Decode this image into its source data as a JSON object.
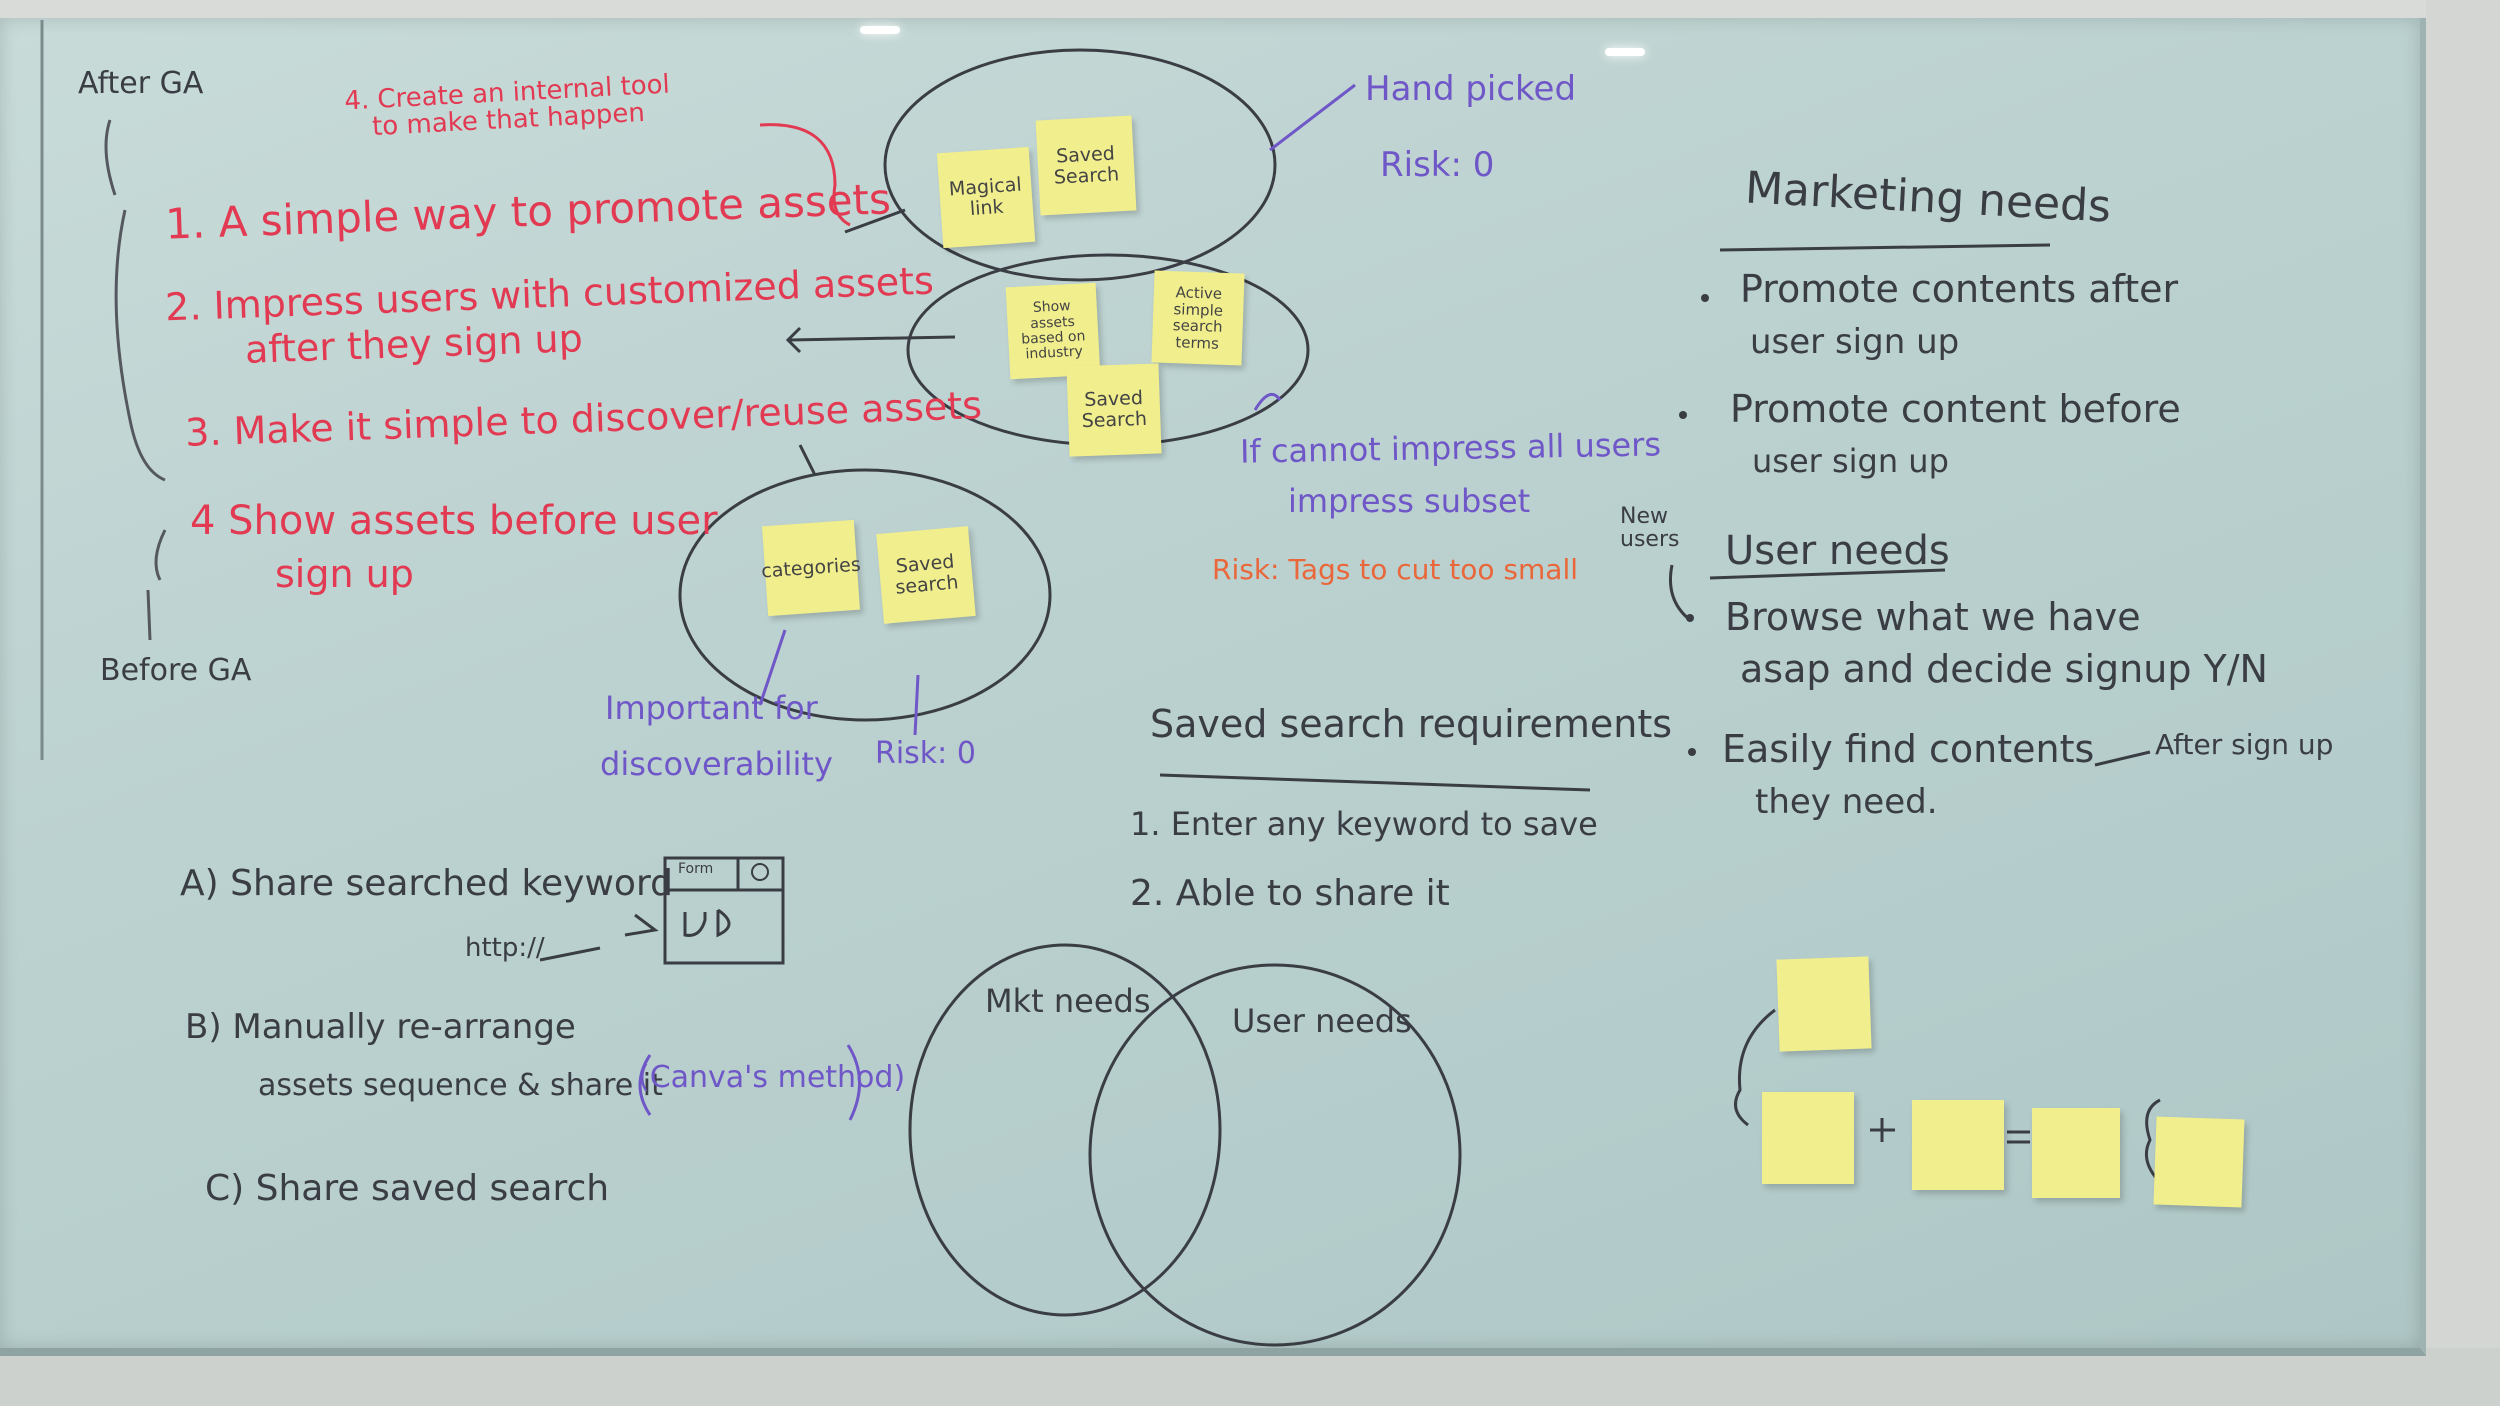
{
  "left_timeline": {
    "after_ga": "After GA",
    "before_ga": "Before GA"
  },
  "goals": {
    "tool_note": "4. Create an internal tool\nto make that happen",
    "item1": "1. A simple way to promote assets",
    "item2_line1": "2. Impress users with customized assets",
    "item2_line2": "after they sign up",
    "item3": "3. Make it simple to discover/reuse assets",
    "item4_line1": "4 Show assets before user",
    "item4_line2": "sign up"
  },
  "clusters": {
    "top": {
      "stickies": [
        "Magical link",
        "Saved Search"
      ],
      "note": "Hand picked",
      "risk": "Risk: 0"
    },
    "middle": {
      "stickies": [
        "Show assets based on industry",
        "Active simple search terms",
        "Saved Search"
      ],
      "note_line1": "If cannot impress all users",
      "note_line2": "impress subset",
      "risk": "Risk: Tags to cut too small"
    },
    "bottom": {
      "stickies": [
        "categories",
        "Saved search"
      ],
      "note_line1": "Important for",
      "note_line2": "discoverability",
      "risk": "Risk: 0"
    }
  },
  "options": {
    "a": "A) Share searched keyword",
    "a_sub": "http://",
    "b_line1": "B) Manually re-arrange",
    "b_line2": "assets sequence & share it",
    "b_note": "(Canva's method)",
    "c": "C) Share saved search",
    "sketch_tab": "Form"
  },
  "saved_search": {
    "title": "Saved search requirements",
    "item1": "1. Enter any keyword to save",
    "item2": "2. Able to share it"
  },
  "venn": {
    "left": "Mkt needs",
    "right": "User needs"
  },
  "marketing": {
    "title": "Marketing needs",
    "b1_line1": "Promote contents after",
    "b1_line2": "user sign up",
    "b2_line1": "Promote content before",
    "b2_line2": "user sign up"
  },
  "user_needs": {
    "title": "User needs",
    "new_users": "New users",
    "b1_line1": "Browse what we have",
    "b1_line2": "asap and decide signup Y/N",
    "b2_line1": "Easily find contents",
    "b2_line2": "they need.",
    "after_signup": "After sign up"
  },
  "colors": {
    "red_ink": "#e23a52",
    "purple_ink": "#6f57c8",
    "orange_ink": "#e9673a",
    "black_ink": "#3a3d44",
    "sticky": "#f1ee8d",
    "board": "#c2d6d4"
  }
}
